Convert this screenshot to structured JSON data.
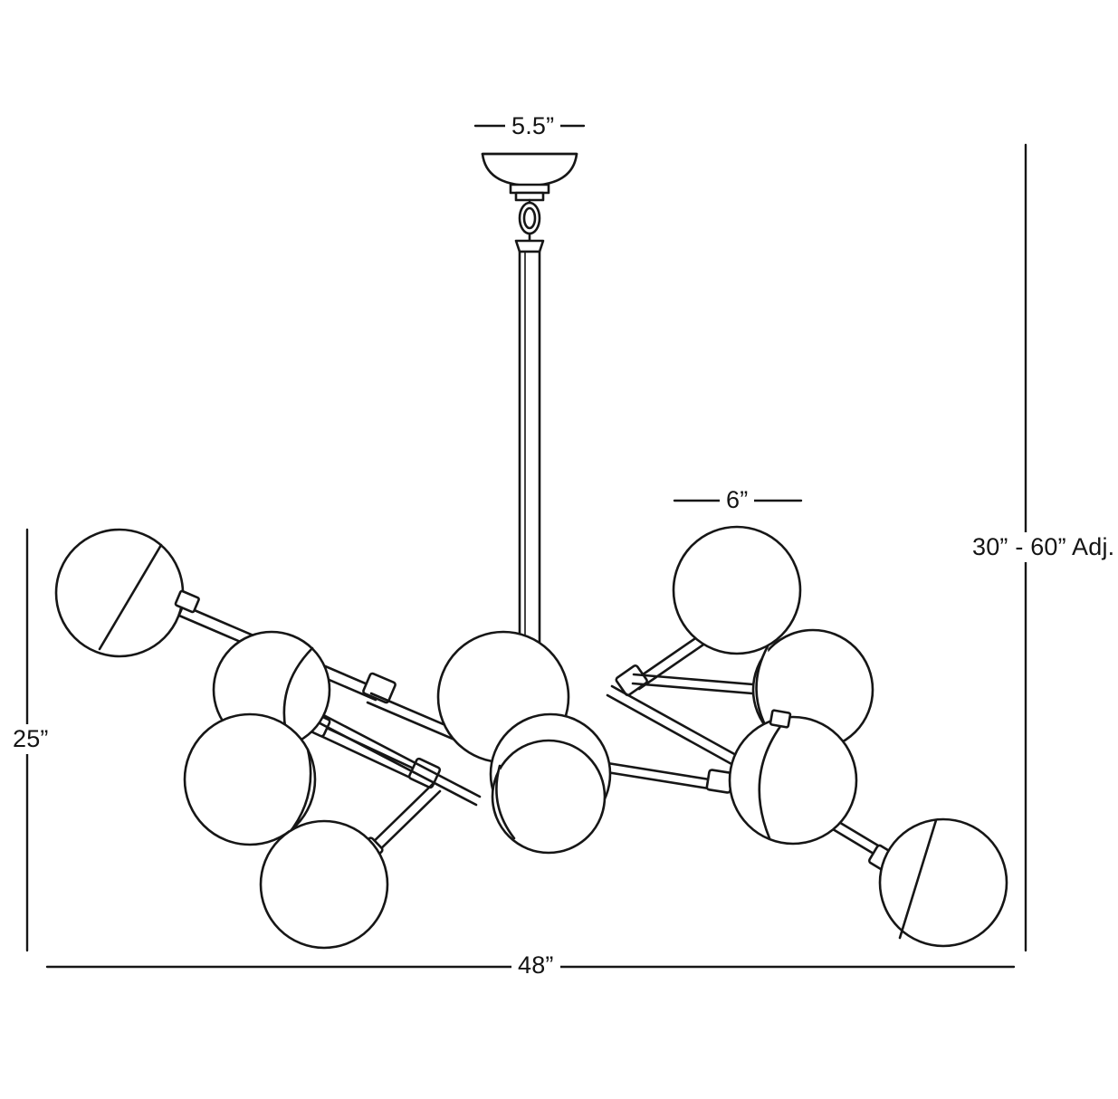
{
  "drawing": {
    "subject": "12-globe sputnik chandelier dimension drawing",
    "line_color": "#161616",
    "fill_color": "#ffffff",
    "background": "#ffffff"
  },
  "dimensions": {
    "canopy_width": "5.5”",
    "globe_diameter": "6”",
    "overall_height_adjustable": "30” - 60” Adj.",
    "fixture_height": "25”",
    "overall_width": "48”"
  },
  "parts": {
    "canopy": "canopy",
    "chain_link": "chain-link",
    "downrod": "downrod",
    "globe": "globe",
    "arm": "arm",
    "joint": "joint-collar",
    "socket": "socket"
  }
}
